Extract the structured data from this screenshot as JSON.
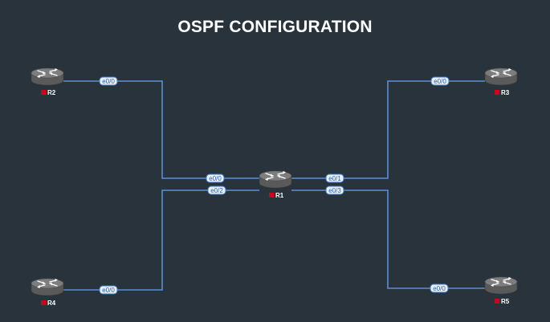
{
  "title": "OSPF CONFIGURATION",
  "colors": {
    "background": "#29333b",
    "link": "#5b8fd6",
    "iface_border": "#3f78c8",
    "iface_text": "#2a5da8",
    "router_status": "#d0021b",
    "router_body": "#666666"
  },
  "routers": [
    {
      "id": "R1",
      "label": "R1",
      "icon": "router-icon"
    },
    {
      "id": "R2",
      "label": "R2",
      "icon": "router-icon"
    },
    {
      "id": "R3",
      "label": "R3",
      "icon": "router-icon"
    },
    {
      "id": "R4",
      "label": "R4",
      "icon": "router-icon"
    },
    {
      "id": "R5",
      "label": "R5",
      "icon": "router-icon"
    }
  ],
  "links": [
    {
      "from": "R2",
      "from_iface": "e0/0",
      "to": "R1",
      "to_iface": "e0/0"
    },
    {
      "from": "R4",
      "from_iface": "e0/0",
      "to": "R1",
      "to_iface": "e0/2"
    },
    {
      "from": "R3",
      "from_iface": "e0/0",
      "to": "R1",
      "to_iface": "e0/1"
    },
    {
      "from": "R5",
      "from_iface": "e0/0",
      "to": "R1",
      "to_iface": "e0/3"
    }
  ]
}
